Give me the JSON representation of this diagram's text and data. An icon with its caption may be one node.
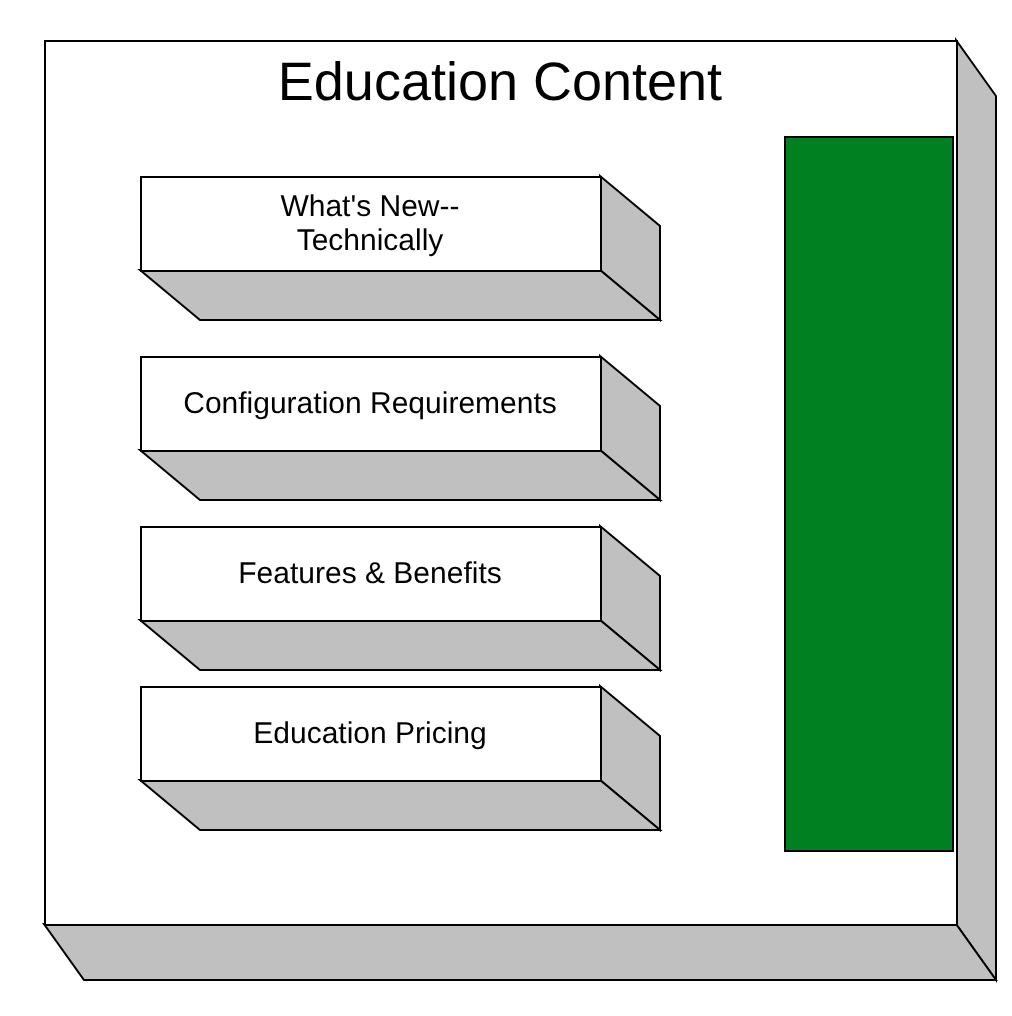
{
  "diagram": {
    "nodes": [
      {
        "text": [
          "Education Content"
        ]
      },
      {
        "text": [
          "What's New-- Technically"
        ],
        "in": 0
      },
      {
        "text": [
          "Configuration Requirements"
        ],
        "in": 0
      },
      {
        "text": [
          "Features & Benefits"
        ],
        "in": 0
      },
      {
        "text": [
          "Education Pricing"
        ],
        "in": 0
      },
      {
        "text": [],
        "shape": "bar",
        "in": 0
      }
    ]
  }
}
